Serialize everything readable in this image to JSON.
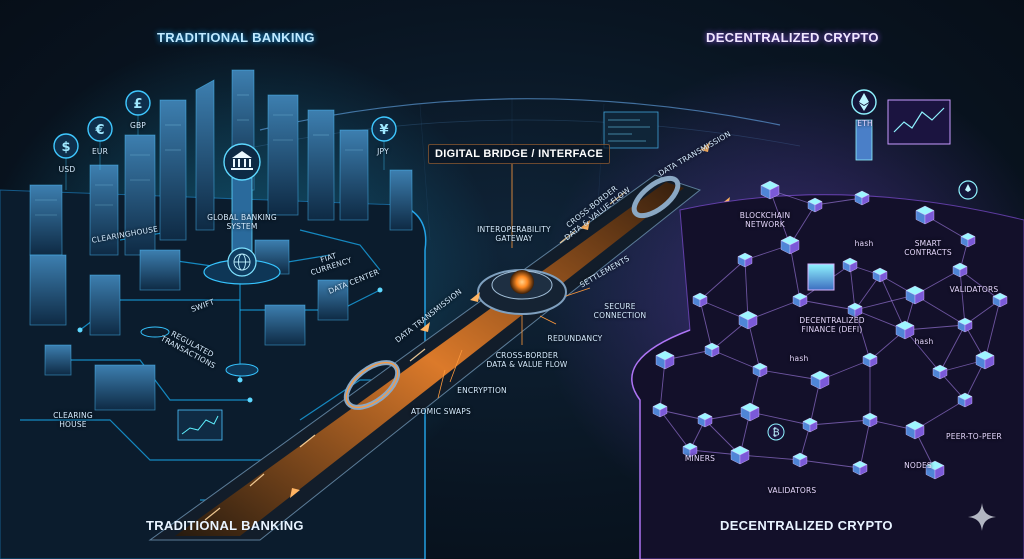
{
  "headings": {
    "top_left": "TRADITIONAL BANKING",
    "top_right": "DECENTRALIZED CRYPTO",
    "bridge": "DIGITAL BRIDGE / INTERFACE",
    "bottom_left": "TRADITIONAL BANKING",
    "bottom_right": "DECENTRALIZED CRYPTO"
  },
  "currencies": {
    "usd": "USD",
    "eur": "EUR",
    "gbp": "GBP",
    "jpy": "JPY"
  },
  "banking_labels": {
    "global_banking_system": "GLOBAL BANKING\nSYSTEM",
    "clearinghouse": "CLEARINGHOUSE",
    "fiat_currency": "FIAT\nCURRENCY",
    "data_center": "DATA CENTER",
    "swift": "SWIFT",
    "regulated_transactions": "REGULATED\nTRANSACTIONS",
    "clearing_house": "CLEARING\nHOUSE"
  },
  "bridge_labels": {
    "interoperability_gateway": "INTEROPERABILITY\nGATEWAY",
    "cross_border_upper": "CROSS-BORDER\nDATA & VALUE FLOW",
    "data_transmission_upper": "DATA TRANSMISSION",
    "data_transmission_left": "DATA TRANSMISSION",
    "settlements": "SETTLEMENTS",
    "secure_connection": "SECURE\nCONNECTION",
    "redundancy": "REDUNDANCY",
    "cross_border_lower": "CROSS-BORDER\nDATA & VALUE FLOW",
    "encryption": "ENCRYPTION",
    "atomic_swaps": "ATOMIC SWAPS"
  },
  "crypto_labels": {
    "eth": "ETH",
    "blockchain_network": "BLOCKCHAIN\nNETWORK",
    "smart_contracts": "SMART\nCONTRACTS",
    "validators_right": "VALIDATORS",
    "defi": "DECENTRALIZED\nFINANCE (DeFi)",
    "hash_1": "hash",
    "hash_2": "hash",
    "hash_3": "hash",
    "miners": "MINERS",
    "validators_bottom": "VALIDATORS",
    "nodes": "NODES",
    "peer_to_peer": "PEER-TO-PEER"
  },
  "currency_symbols": {
    "usd": "$",
    "eur": "€",
    "gbp": "£",
    "jpy": "¥"
  },
  "icons": {
    "bank": "bank-icon",
    "globe": "globe-icon",
    "ethereum": "ethereum-icon",
    "bitcoin": "bitcoin-icon",
    "sparkle": "sparkle-icon"
  },
  "colors": {
    "banking_accent": "#19b6ff",
    "bridge_accent": "#ff9a3c",
    "crypto_accent": "#a45cff",
    "background": "#091522"
  }
}
